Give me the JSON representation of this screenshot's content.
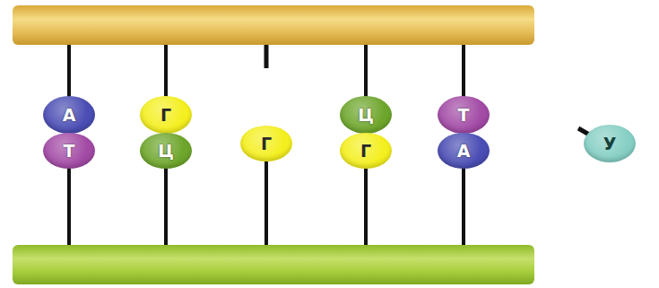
{
  "diagram": {
    "nodes": [
      {
        "text": [
          "А"
        ]
      },
      {
        "text": [
          "Г"
        ]
      },
      {
        "text": [
          "Ц"
        ]
      },
      {
        "text": [
          "Т"
        ]
      },
      {
        "text": [
          "Т"
        ]
      },
      {
        "text": [
          "Ц"
        ]
      },
      {
        "text": [
          "Г"
        ]
      },
      {
        "text": [
          "Г"
        ]
      },
      {
        "text": [
          "А"
        ]
      },
      {
        "text": [
          "У"
        ]
      }
    ]
  }
}
